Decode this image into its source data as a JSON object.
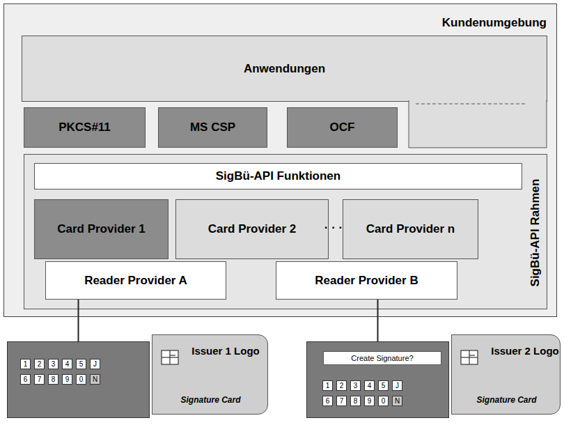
{
  "diagram": {
    "nodes": [
      {
        "text": [
          "Kundenumgebung"
        ]
      },
      {
        "text": [
          "Anwendungen"
        ],
        "in": 0
      },
      {
        "text": [
          "PKCS#11"
        ],
        "in": 0
      },
      {
        "text": [
          "MS CSP"
        ],
        "in": 0
      },
      {
        "text": [
          "OCF"
        ],
        "in": 0
      },
      {
        "text": [
          "SigBü-API Rahmen"
        ],
        "in": 0
      },
      {
        "text": [
          "SigBü-API Funktionen"
        ],
        "in": 5
      },
      {
        "text": [
          "Card Provider 1"
        ],
        "in": 5
      },
      {
        "text": [
          "Card Provider 2"
        ],
        "in": 5
      },
      {
        "text": [
          "Card Provider n"
        ],
        "in": 5
      },
      {
        "text": [
          "Reader Provider A"
        ],
        "in": 5
      },
      {
        "text": [
          "Reader Provider B"
        ],
        "in": 5
      },
      {
        "text": []
      },
      {
        "text": [
          "1"
        ],
        "in": 12
      },
      {
        "text": [
          "2"
        ],
        "in": 12
      },
      {
        "text": [
          "3"
        ],
        "in": 12
      },
      {
        "text": [
          "4"
        ],
        "in": 12
      },
      {
        "text": [
          "5"
        ],
        "in": 12
      },
      {
        "text": [
          "J"
        ],
        "in": 12
      },
      {
        "text": [
          "6"
        ],
        "in": 12
      },
      {
        "text": [
          "7"
        ],
        "in": 12
      },
      {
        "text": [
          "8"
        ],
        "in": 12
      },
      {
        "text": [
          "9"
        ],
        "in": 12
      },
      {
        "text": [
          "0"
        ],
        "in": 12
      },
      {
        "text": [
          "N"
        ],
        "in": 12
      },
      {
        "text": [
          "Issuer 1 Logo",
          "Signature Card"
        ]
      },
      {
        "text": []
      },
      {
        "text": [
          "Create Signature?"
        ],
        "in": 26
      },
      {
        "text": [
          "1"
        ],
        "in": 26
      },
      {
        "text": [
          "2"
        ],
        "in": 26
      },
      {
        "text": [
          "3"
        ],
        "in": 26
      },
      {
        "text": [
          "4"
        ],
        "in": 26
      },
      {
        "text": [
          "5"
        ],
        "in": 26
      },
      {
        "text": [
          "J"
        ],
        "in": 26
      },
      {
        "text": [
          "6"
        ],
        "in": 26
      },
      {
        "text": [
          "7"
        ],
        "in": 26
      },
      {
        "text": [
          "8"
        ],
        "in": 26
      },
      {
        "text": [
          "9"
        ],
        "in": 26
      },
      {
        "text": [
          "0"
        ],
        "in": 26
      },
      {
        "text": [
          "N"
        ],
        "in": 26
      },
      {
        "text": [
          "Issuer 2 Logo",
          "Signature Card"
        ]
      }
    ],
    "edges": [
      {
        "from": 10,
        "to": 12,
        "arrow": "none"
      },
      {
        "from": 11,
        "to": 26,
        "arrow": "none"
      }
    ],
    "labels": [
      "· · ·"
    ]
  }
}
